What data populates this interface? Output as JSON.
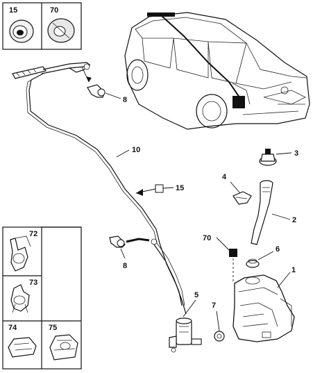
{
  "labels": {
    "l1": "1",
    "l2": "2",
    "l3": "3",
    "l4": "4",
    "l5": "5",
    "l6": "6",
    "l7": "7",
    "l8a": "8",
    "l8b": "8",
    "l10": "10",
    "l15": "15",
    "l70": "70"
  },
  "inset_top": {
    "a": "15",
    "b": "70"
  },
  "inset_left": {
    "a": "72",
    "b": "73",
    "c": "74",
    "d": "75"
  },
  "icons": [
    "vehicle-illustration-icon",
    "grommet-icon",
    "bracket-clip-icon",
    "nozzle-icon",
    "reservoir-icon",
    "pump-icon",
    "filler-neck-icon",
    "cap-icon"
  ]
}
